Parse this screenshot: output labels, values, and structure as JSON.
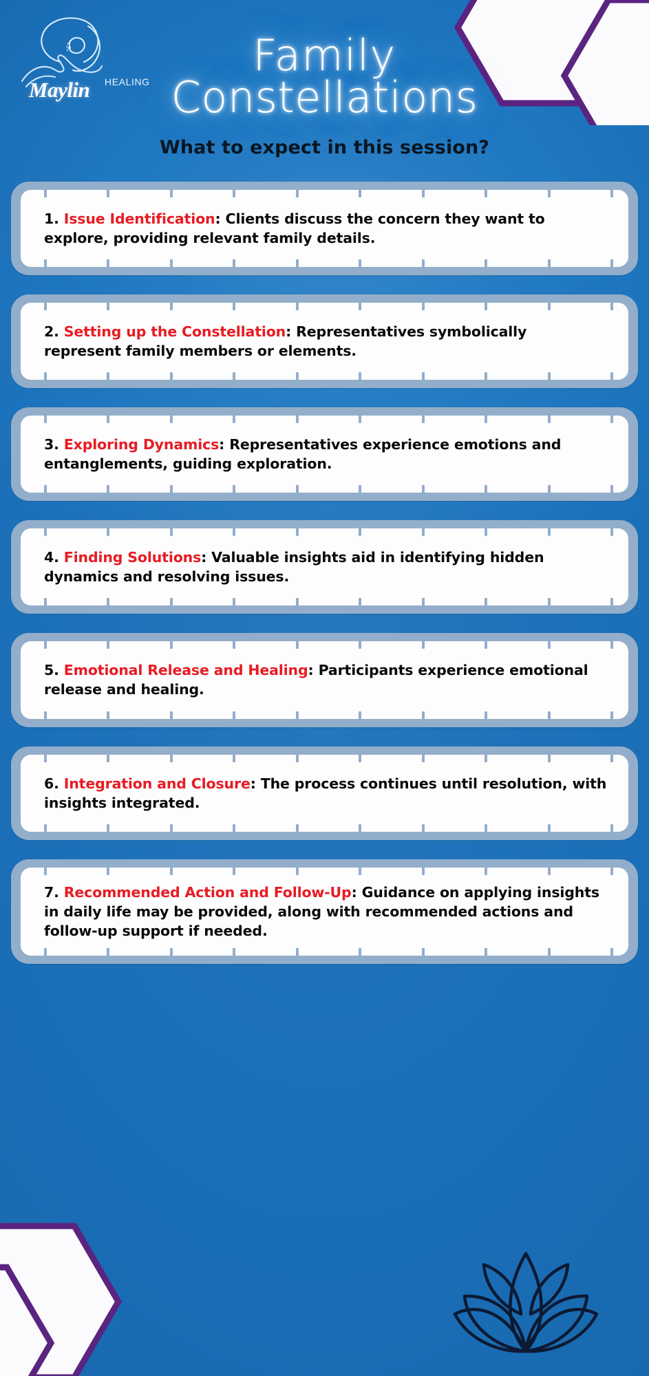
{
  "colors": {
    "background_blue": "#1d73bd",
    "card_frame": "#93aeca",
    "card_fill": "#fdfdfd",
    "accent_red": "#e81b23",
    "hex_purple": "#5a2480",
    "lotus_navy": "#0c1a33",
    "text_dark": "#0a0a0a"
  },
  "brand": {
    "name": "Maylin",
    "suffix": "HEALING",
    "logo_icon": "spiral-in-hand-icon"
  },
  "header": {
    "title_line_1": "Family",
    "title_line_2": "Constellations",
    "subtitle": "What to expect in this session?"
  },
  "decor": {
    "hex_top_right": "hexagon-outline-decor",
    "hex_bottom_left": "hexagon-outline-decor",
    "lotus": "lotus-flower-icon"
  },
  "steps": [
    {
      "number": "1.",
      "heading": "Issue Identification",
      "separator": ": ",
      "body": "Clients discuss the concern they want to explore, providing relevant family details.",
      "lines": 2
    },
    {
      "number": "2.",
      "heading": "Setting up the Constellation",
      "separator": ": ",
      "body": "Representatives symbolically represent family members or elements.",
      "lines": 2
    },
    {
      "number": "3.",
      "heading": "Exploring Dynamics",
      "separator": ": ",
      "body": "Representatives experience emotions and entanglements, guiding exploration.",
      "lines": 2
    },
    {
      "number": "4.",
      "heading": "Finding Solutions",
      "separator": ": ",
      "body": "Valuable insights aid in identifying hidden dynamics and resolving issues.",
      "lines": 2
    },
    {
      "number": "5.",
      "heading": "Emotional Release and Healing",
      "separator": ": ",
      "body": "Participants experience emotional release and healing.",
      "lines": 2
    },
    {
      "number": "6.",
      "heading": "Integration and Closure",
      "separator": ": ",
      "body": "The process continues until resolution, with insights integrated.",
      "lines": 2
    },
    {
      "number": "7.",
      "heading": "Recommended Action and Follow-Up",
      "separator": ": ",
      "body": "Guidance on applying insights in daily life may be provided, along with recommended actions and follow-up support if needed.",
      "lines": 3
    }
  ]
}
